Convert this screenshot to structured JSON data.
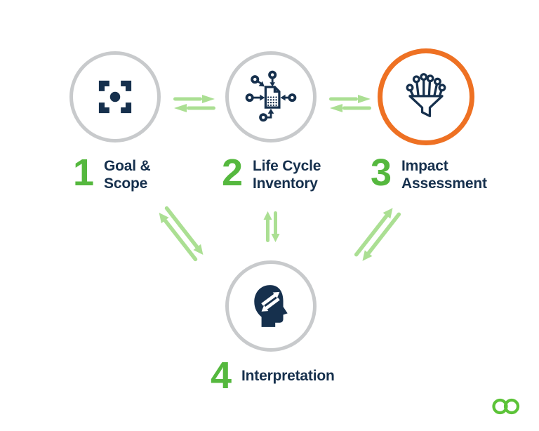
{
  "colors": {
    "background": "#ffffff",
    "number_green": "#55b83e",
    "label_navy": "#16304d",
    "icon_navy": "#16304d",
    "arrow_pale_green": "#abdf93",
    "ring_gray": "#c8cacc",
    "ring_orange_highlight": "#ee7123",
    "logo_green": "#5cc338"
  },
  "steps": [
    {
      "number": "1",
      "label_lines": [
        "Goal &",
        "Scope"
      ],
      "icon": "crosshair-target-icon",
      "ring": "gray"
    },
    {
      "number": "2",
      "label_lines": [
        "Life Cycle",
        "Inventory"
      ],
      "icon": "data-collection-document-icon",
      "ring": "gray"
    },
    {
      "number": "3",
      "label_lines": [
        "Impact",
        "Assessment"
      ],
      "icon": "funnel-filter-icon",
      "ring": "orange",
      "highlighted": true
    },
    {
      "number": "4",
      "label_lines": [
        "Interpretation"
      ],
      "icon": "thinking-head-icon",
      "ring": "gray"
    }
  ],
  "arrows": {
    "horizontal_exchange_pairs": [
      {
        "between": "step-1-and-step-2",
        "direction": "right-and-left"
      },
      {
        "between": "step-2-and-step-3",
        "direction": "right-and-left"
      }
    ],
    "diagonal_exchange_pairs": [
      {
        "between": "step-1-and-step-4",
        "direction": "up-left-and-down-right"
      },
      {
        "between": "step-2-and-step-4",
        "direction": "up-and-down"
      },
      {
        "between": "step-3-and-step-4",
        "direction": "up-right-and-down-left"
      }
    ]
  },
  "logo": {
    "name": "infinity-rings-logo"
  }
}
